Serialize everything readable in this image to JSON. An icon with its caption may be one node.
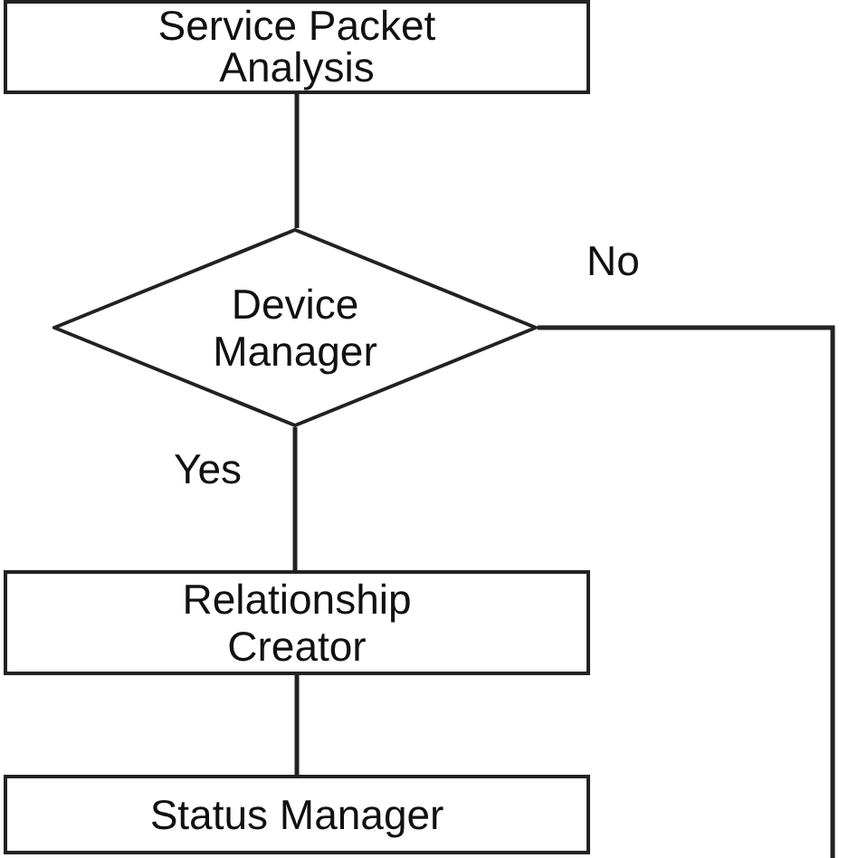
{
  "diagram": {
    "nodes": [
      {
        "text": [
          "Service Packet Analysis"
        ]
      },
      {
        "text": [
          "Device Manager"
        ]
      },
      {
        "text": [
          "Relationship Creator"
        ]
      },
      {
        "text": [
          "Status Manager"
        ]
      }
    ],
    "edges": [
      {
        "from": 0,
        "to": 1,
        "arrow": "none"
      },
      {
        "from": 1,
        "to": 2,
        "arrow": "none",
        "label": "Yes"
      },
      {
        "from": 2,
        "to": 3,
        "arrow": "none"
      },
      {
        "from": 1,
        "to": null,
        "arrow": "none",
        "label": "No"
      }
    ]
  }
}
